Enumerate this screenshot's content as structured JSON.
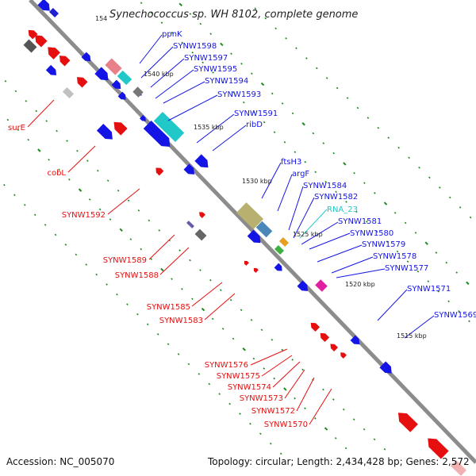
{
  "title": "Synechococcus sp. WH 8102, complete genome",
  "accession": "Accession: NC_005070",
  "topology": "Topology: circular; Length: 2,434,428 bp; Genes: 2,572",
  "colors": {
    "blue": "#1414e6",
    "red": "#e60f0f",
    "cyan": "#20c8c8",
    "olive": "#b8b06e",
    "steel": "#4a86b8",
    "gray": "#777777",
    "backbone": "#8c8c8c",
    "tick": "#1f8a1f"
  },
  "scale_labels": [
    "1540 kbp",
    "1535 kbp",
    "1530 kbp",
    "1525 kbp",
    "1520 kbp",
    "1515 kbp",
    "154"
  ],
  "upper_labels": [
    {
      "text": "ppnK",
      "color": "blue"
    },
    {
      "text": "SYNW1598",
      "color": "blue"
    },
    {
      "text": "SYNW1597",
      "color": "blue"
    },
    {
      "text": "SYNW1595",
      "color": "blue"
    },
    {
      "text": "SYNW1594",
      "color": "blue"
    },
    {
      "text": "SYNW1593",
      "color": "blue"
    },
    {
      "text": "SYNW1591",
      "color": "blue"
    },
    {
      "text": "ribD",
      "color": "blue"
    },
    {
      "text": "ftsH3",
      "color": "blue"
    },
    {
      "text": "argF",
      "color": "blue"
    },
    {
      "text": "SYNW1584",
      "color": "blue"
    },
    {
      "text": "SYNW1582",
      "color": "blue"
    },
    {
      "text": "RNA_23",
      "color": "cyan"
    },
    {
      "text": "SYNW1581",
      "color": "blue"
    },
    {
      "text": "SYNW1580",
      "color": "blue"
    },
    {
      "text": "SYNW1579",
      "color": "blue"
    },
    {
      "text": "SYNW1578",
      "color": "blue"
    },
    {
      "text": "SYNW1577",
      "color": "blue"
    },
    {
      "text": "SYNW1571",
      "color": "blue"
    },
    {
      "text": "SYNW1569",
      "color": "blue"
    }
  ],
  "lower_labels": [
    {
      "text": "surE",
      "color": "red"
    },
    {
      "text": "cobL",
      "color": "red"
    },
    {
      "text": "SYNW1592",
      "color": "red"
    },
    {
      "text": "SYNW1589",
      "color": "red"
    },
    {
      "text": "SYNW1588",
      "color": "red"
    },
    {
      "text": "SYNW1585",
      "color": "red"
    },
    {
      "text": "SYNW1583",
      "color": "red"
    },
    {
      "text": "SYNW1576",
      "color": "red"
    },
    {
      "text": "SYNW1575",
      "color": "red"
    },
    {
      "text": "SYNW1574",
      "color": "red"
    },
    {
      "text": "SYNW1573",
      "color": "red"
    },
    {
      "text": "SYNW1572",
      "color": "red"
    },
    {
      "text": "SYNW1570",
      "color": "red"
    }
  ]
}
